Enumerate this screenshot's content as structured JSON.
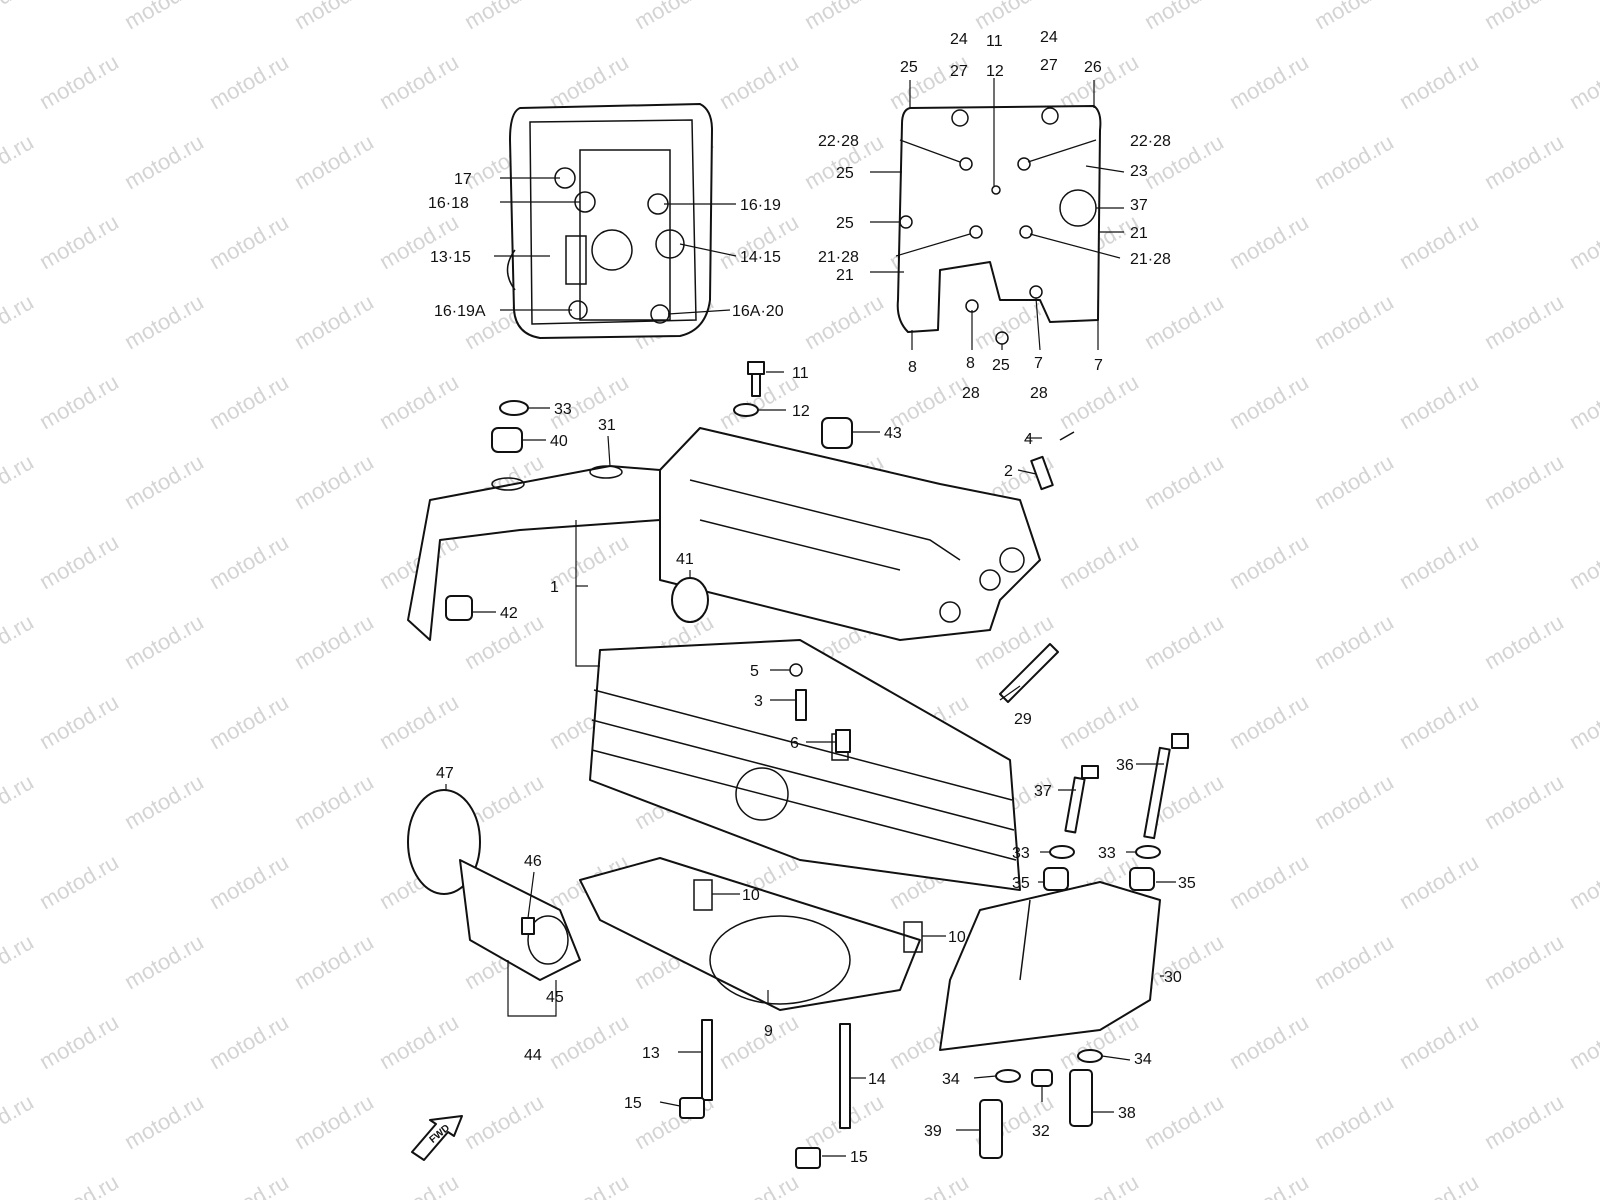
{
  "watermark": "motod.ru",
  "fwd_label": "FWD",
  "colors": {
    "line": "#111111",
    "watermark": "#d4d4d4",
    "background": "#ffffff"
  },
  "callouts": {
    "c17": "17",
    "c16_18": "16·18",
    "c16_19_top": "16·19",
    "c13_15_top": "13·15",
    "c14_15_top": "14·15",
    "c16_19a": "16·19A",
    "c16a_20": "16A·20",
    "c24_a": "24",
    "c27_a": "27",
    "c11_top": "11",
    "c12_top": "12",
    "c24_b": "24",
    "c27_b": "27",
    "c25_a": "25",
    "c26": "26",
    "c22_28_a": "22·28",
    "c22_28_b": "22·28",
    "c25_b": "25",
    "c23": "23",
    "c37_cover": "37",
    "c25_c": "25",
    "c21_a": "21",
    "c21_28_a": "21·28",
    "c21_28_b": "21·28",
    "c21_b": "21",
    "c8_a": "8",
    "c8_b": "8",
    "c28_a": "28",
    "c25_d": "25",
    "c7_a": "7",
    "c28_b": "28",
    "c7_b": "7",
    "c11": "11",
    "c12": "12",
    "c33_a": "33",
    "c31": "31",
    "c40": "40",
    "c43": "43",
    "c4": "4",
    "c2": "2",
    "c41": "41",
    "c1": "1",
    "c42": "42",
    "c5": "5",
    "c3": "3",
    "c6": "6",
    "c29": "29",
    "c36": "36",
    "c37": "37",
    "c33_b": "33",
    "c33_c": "33",
    "c35_a": "35",
    "c35_b": "35",
    "c47": "47",
    "c46": "46",
    "c10_a": "10",
    "c10_b": "10",
    "c30": "30",
    "c45": "45",
    "c44": "44",
    "c9": "9",
    "c13": "13",
    "c14": "14",
    "c34_a": "34",
    "c34_b": "34",
    "c38": "38",
    "c15_a": "15",
    "c32": "32",
    "c39": "39",
    "c15_b": "15"
  }
}
